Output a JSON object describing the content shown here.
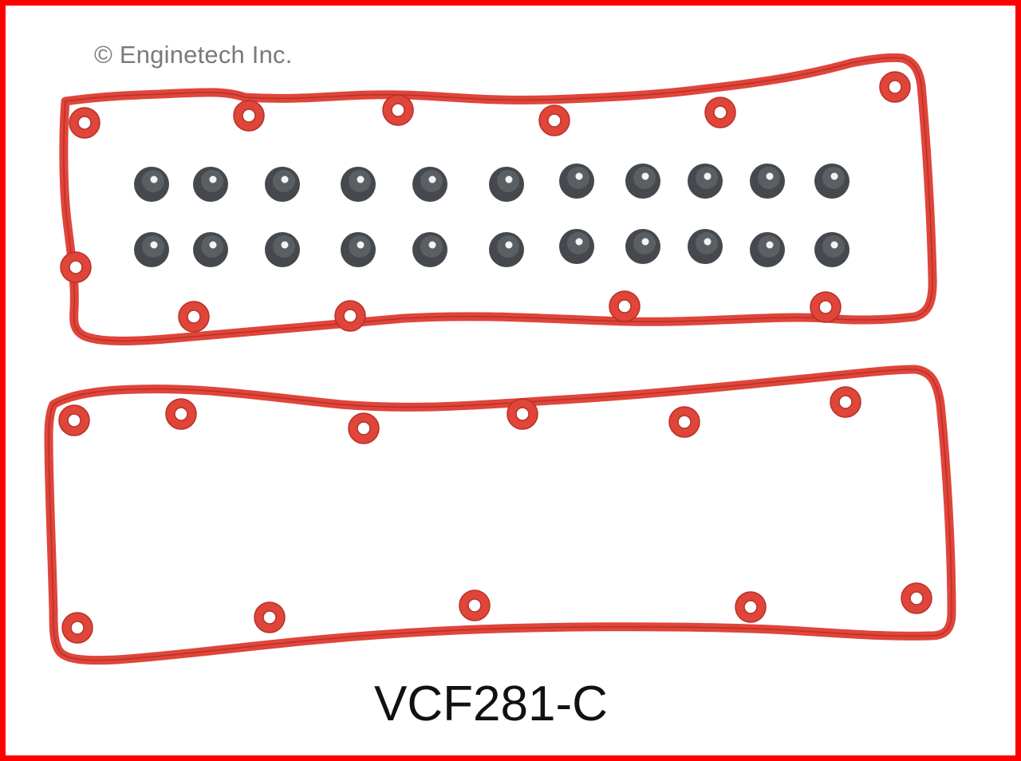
{
  "copyright": "© Enginetech Inc.",
  "part_number": "VCF281-C",
  "colors": {
    "border": "#ff0000",
    "gasket": "#e0453a",
    "gasket_dark": "#b8302a",
    "grommet": "#45494d",
    "background": "#ffffff"
  },
  "gaskets": [
    {
      "name": "upper-valve-cover-gasket",
      "bolt_tabs": 11
    },
    {
      "name": "lower-valve-cover-gasket",
      "bolt_tabs": 11
    }
  ],
  "grommets": {
    "rows": 2,
    "per_row": 11,
    "total": 22
  }
}
